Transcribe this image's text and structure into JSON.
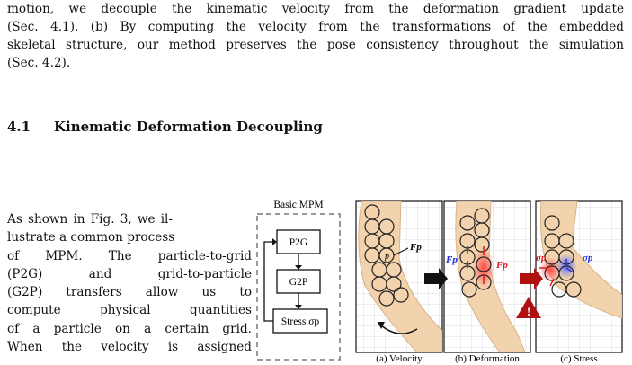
{
  "caption_lines": [
    "motion, we decouple the kinematic velocity from the deformation gradient update",
    "(Sec. 4.1). (b) By computing the velocity from the transformations of the embedded",
    "skeletal structure, our method preserves the pose consistency throughout the simulation",
    "(Sec. 4.2)."
  ],
  "section": {
    "number": "4.1",
    "title": "Kinematic Deformation Decoupling"
  },
  "body_lines": [
    "As shown in Fig. 3, we il-",
    "lustrate a common process",
    "of MPM. The particle-to-grid",
    "(P2G) and grid-to-particle",
    "(G2P) transfers allow us to",
    "compute physical quantities",
    "of a particle on a certain grid.",
    "When the velocity is assigned"
  ],
  "figure": {
    "box_title": "Basic MPM",
    "steps": [
      "P2G",
      "G2P",
      "Stress σp"
    ],
    "particle_label": "p",
    "f_label": "Fp",
    "sigma_label": "σp",
    "warning_symbol": "!",
    "panels": [
      "(a) Velocity",
      "(b) Deformation",
      "(c) Stress"
    ],
    "colors": {
      "skin": "#f2d3ad",
      "dark_skin": "#d9b48a",
      "force_blue": "#2233dd",
      "stress_red": "#e21b1b",
      "arrow_red": "#b01010"
    }
  }
}
